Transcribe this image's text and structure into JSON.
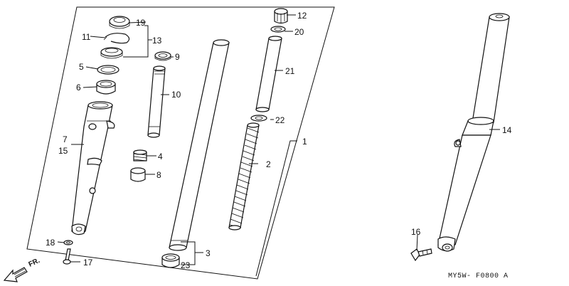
{
  "callouts": {
    "c1": "1",
    "c2": "2",
    "c3": "3",
    "c4": "4",
    "c5": "5",
    "c6": "6",
    "c7": "7",
    "c8": "8",
    "c9": "9",
    "c10": "10",
    "c11": "11",
    "c12": "12",
    "c13": "13",
    "c14": "14",
    "c15": "15",
    "c16": "16",
    "c17": "17",
    "c18": "18",
    "c19": "19",
    "c20": "20",
    "c21": "21",
    "c22": "22",
    "c23": "23"
  },
  "direction_label": "FR.",
  "drawing_code": "MY5W- F0800 A"
}
